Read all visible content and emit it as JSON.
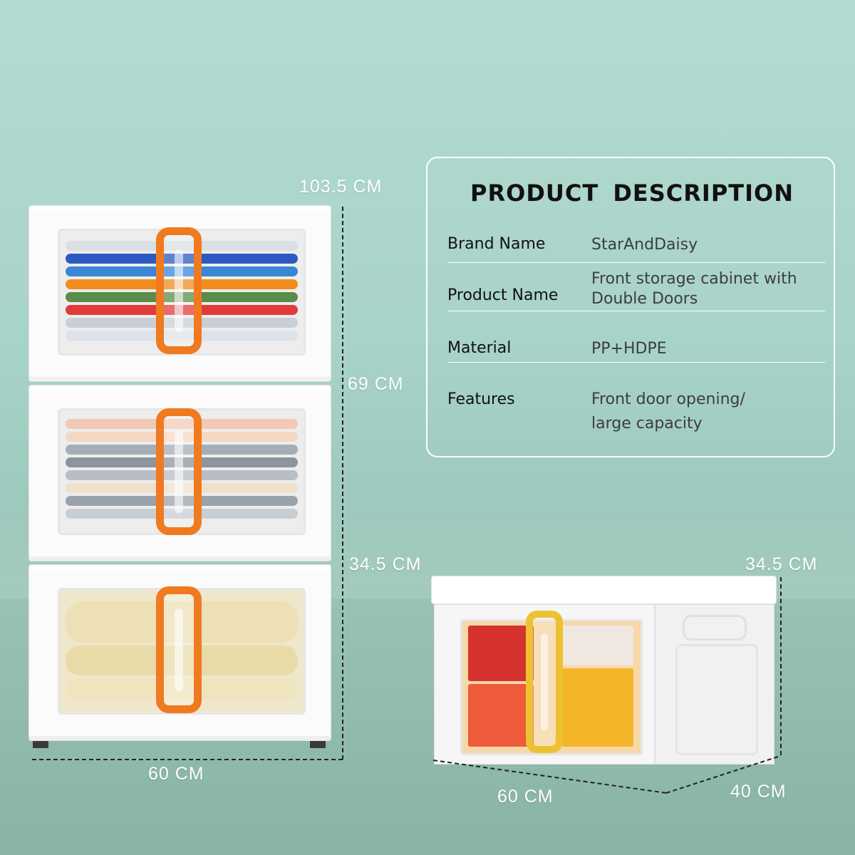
{
  "description": {
    "title": "PRODUCT  DESCRIPTION",
    "rows": [
      {
        "label": "Brand Name",
        "value_lines": [
          "StarAndDaisy"
        ]
      },
      {
        "label": "Product Name",
        "value_lines": [
          "Front storage cabinet with",
          "Double Doors"
        ]
      },
      {
        "label": "Material",
        "value_lines": [
          "PP+HDPE"
        ]
      },
      {
        "label": "Features",
        "value_lines": [
          "Front door opening/",
          "large capacity"
        ]
      }
    ]
  },
  "tall_cabinet": {
    "dims": {
      "total_height": "103.5 CM",
      "two_tier_height": "69 CM",
      "one_tier_height": "34.5 CM",
      "width": "60 CM"
    },
    "tiers": 3,
    "handle_color": "#f07a20"
  },
  "single_box": {
    "dims": {
      "height": "34.5 CM",
      "width": "60 CM",
      "depth": "40 CM"
    },
    "handle_color": "#ecc233"
  },
  "colors": {
    "background": "#a8d3c8",
    "panel_border": "#ffffff",
    "dimension_text": "#ffffff",
    "dimension_line": "#222222"
  }
}
